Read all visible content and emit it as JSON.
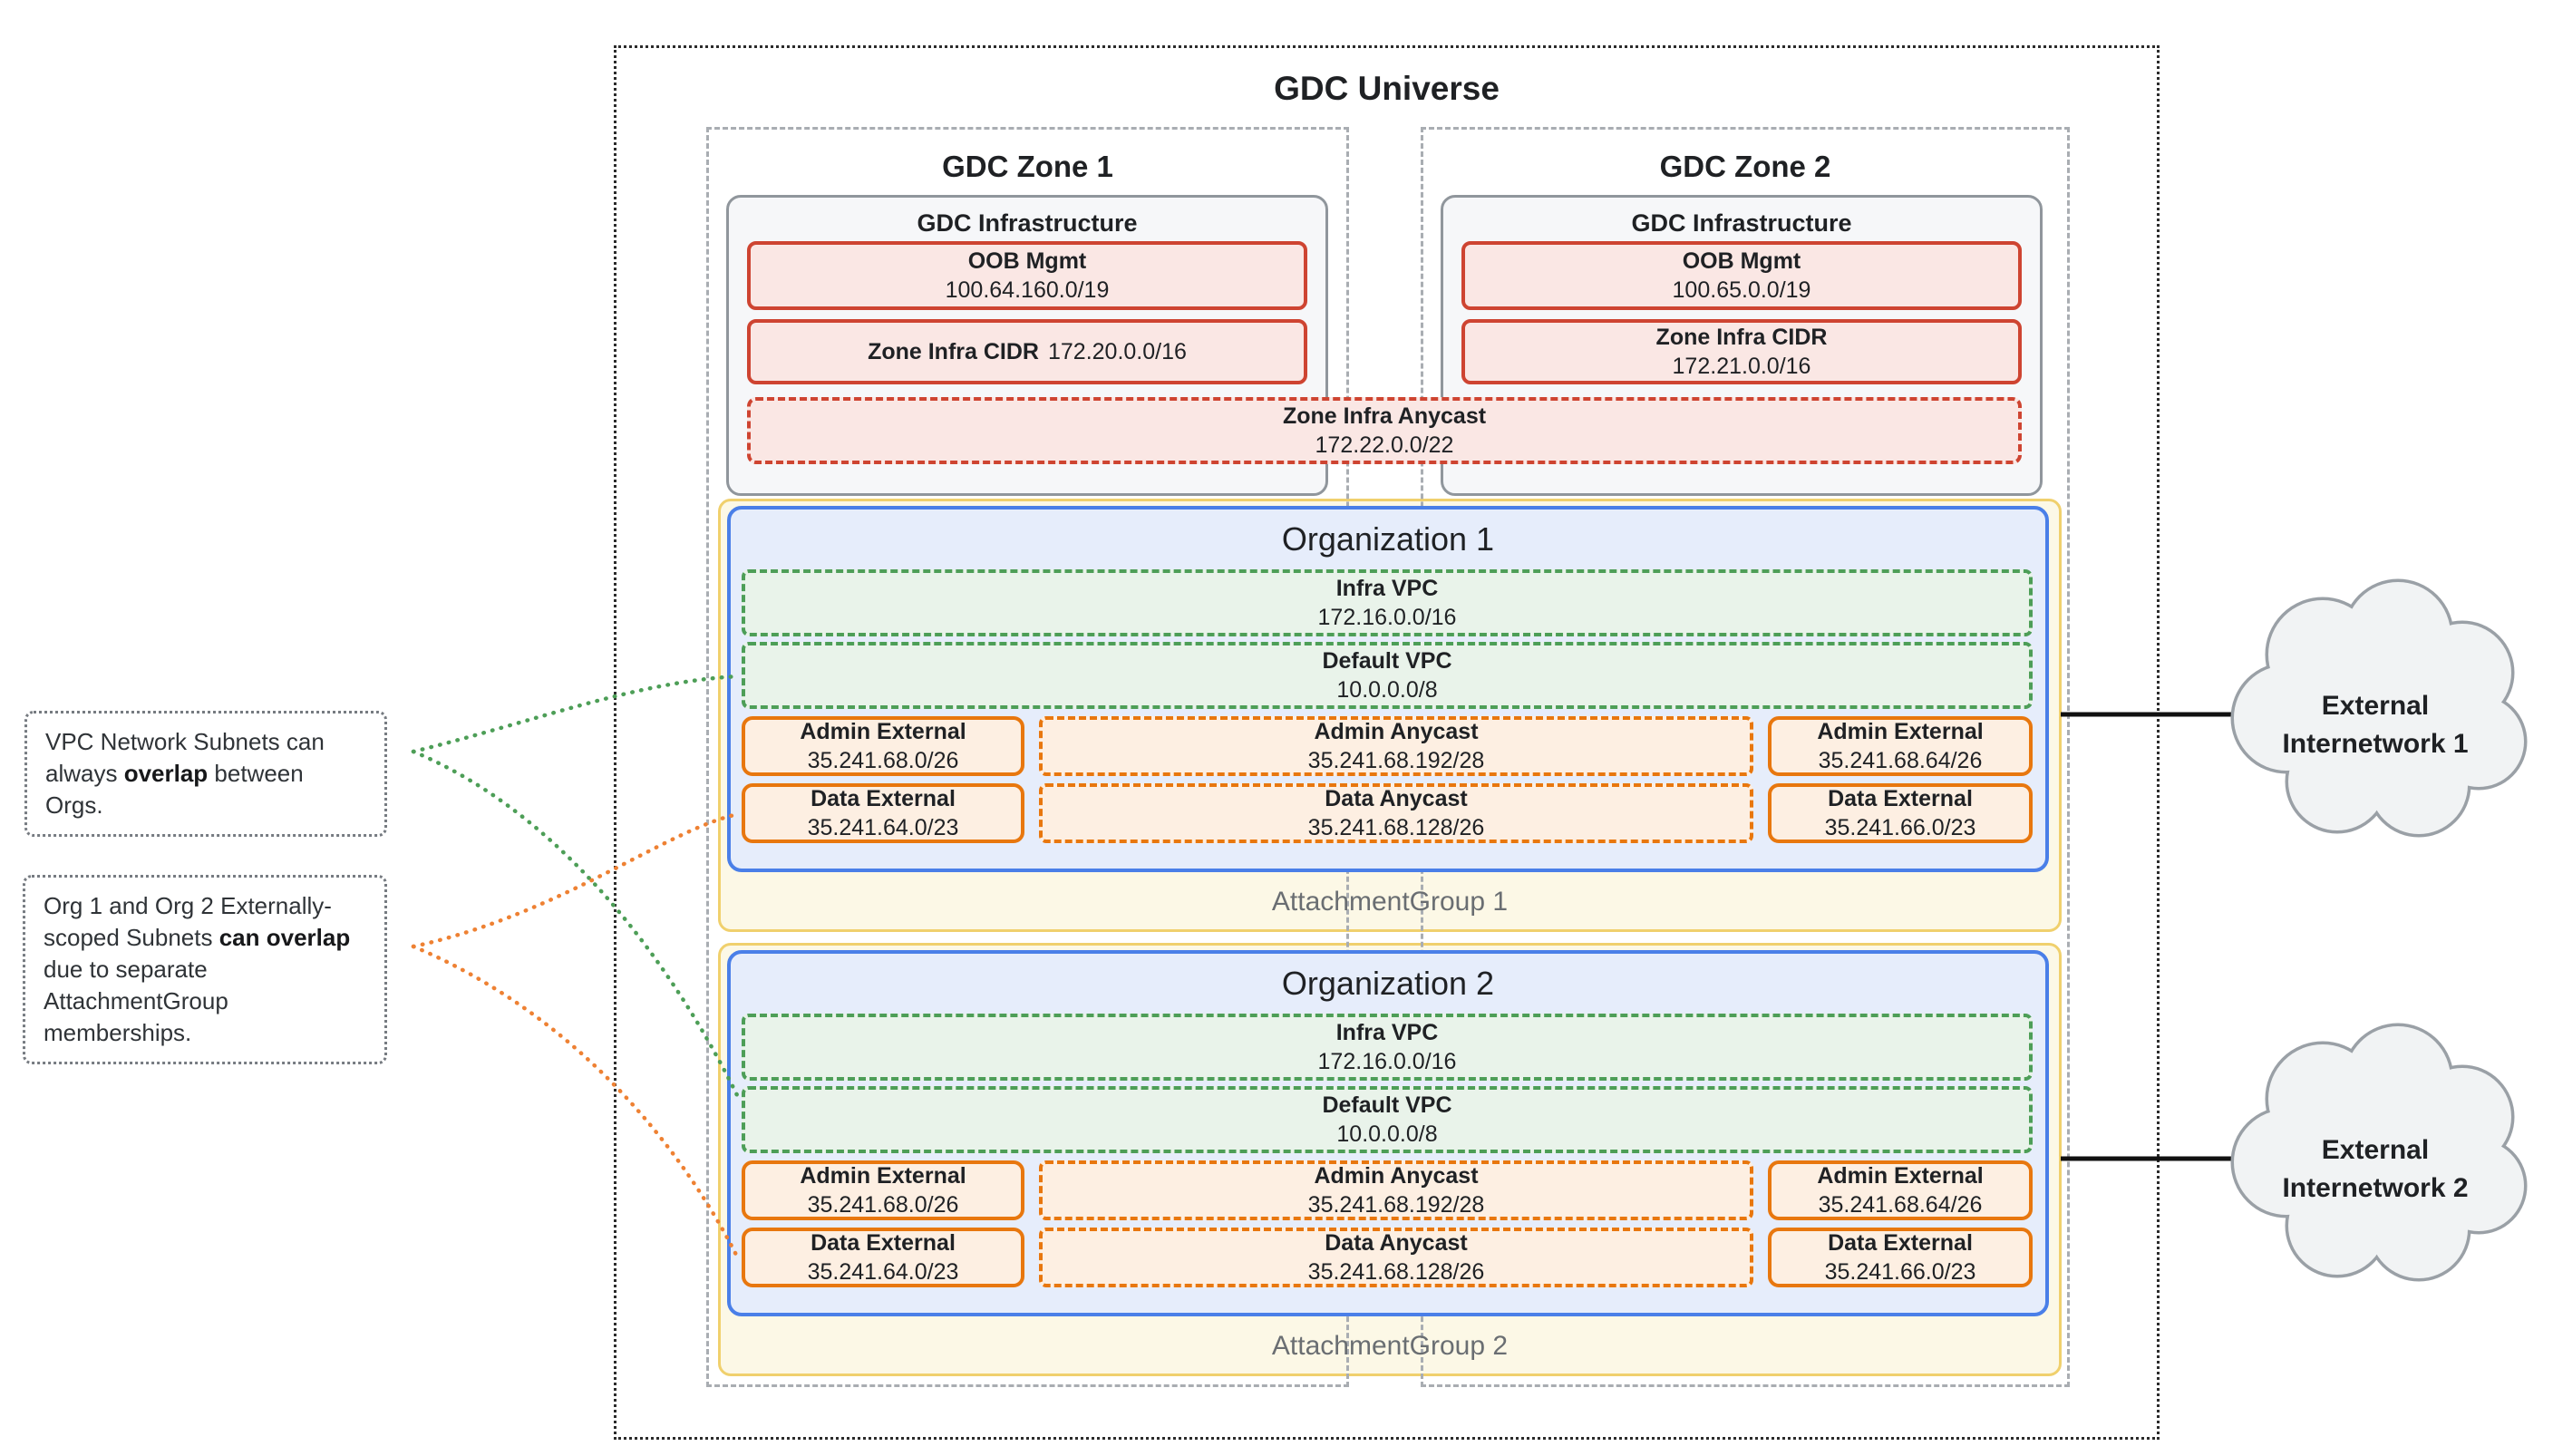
{
  "colors": {
    "red_border": "#ce4431",
    "red_fill": "#fae7e4",
    "green_border": "#4d9e57",
    "green_fill": "#e9f3ea",
    "orange_border": "#e8770e",
    "orange_fill": "#fdefe2",
    "blue_border": "#4a7fe8",
    "blue_fill": "#e6edfb",
    "yellow_border": "#f0d06d",
    "yellow_fill": "#fcf8e6",
    "gray_border": "#90969c",
    "gray_fill": "#f6f7f9",
    "cloud_fill": "#f1f3f4",
    "cloud_border": "#9aa0a6"
  },
  "universe": {
    "title": "GDC Universe"
  },
  "zones": [
    {
      "title": "GDC Zone 1",
      "infrastructure": {
        "title": "GDC Infrastructure",
        "oob": {
          "label": "OOB Mgmt",
          "cidr": "100.64.160.0/19"
        },
        "zone_infra_cidr": {
          "label": "Zone Infra CIDR",
          "cidr": "172.20.0.0/16"
        }
      }
    },
    {
      "title": "GDC Zone 2",
      "infrastructure": {
        "title": "GDC Infrastructure",
        "oob": {
          "label": "OOB Mgmt",
          "cidr": "100.65.0.0/19"
        },
        "zone_infra_cidr": {
          "label": "Zone Infra CIDR",
          "cidr": "172.21.0.0/16"
        }
      }
    }
  ],
  "zone_infra_anycast": {
    "label": "Zone Infra Anycast",
    "cidr": "172.22.0.0/22"
  },
  "organizations": [
    {
      "title": "Organization 1",
      "attachment_group_label": "AttachmentGroup 1",
      "infra_vpc": {
        "label": "Infra VPC",
        "cidr": "172.16.0.0/16"
      },
      "default_vpc": {
        "label": "Default VPC",
        "cidr": "10.0.0.0/8"
      },
      "admin_external_left": {
        "label": "Admin External",
        "cidr": "35.241.68.0/26"
      },
      "admin_anycast": {
        "label": "Admin Anycast",
        "cidr": "35.241.68.192/28"
      },
      "admin_external_right": {
        "label": "Admin External",
        "cidr": "35.241.68.64/26"
      },
      "data_external_left": {
        "label": "Data External",
        "cidr": "35.241.64.0/23"
      },
      "data_anycast": {
        "label": "Data Anycast",
        "cidr": "35.241.68.128/26"
      },
      "data_external_right": {
        "label": "Data External",
        "cidr": "35.241.66.0/23"
      }
    },
    {
      "title": "Organization 2",
      "attachment_group_label": "AttachmentGroup 2",
      "infra_vpc": {
        "label": "Infra VPC",
        "cidr": "172.16.0.0/16"
      },
      "default_vpc": {
        "label": "Default VPC",
        "cidr": "10.0.0.0/8"
      },
      "admin_external_left": {
        "label": "Admin External",
        "cidr": "35.241.68.0/26"
      },
      "admin_anycast": {
        "label": "Admin Anycast",
        "cidr": "35.241.68.192/28"
      },
      "admin_external_right": {
        "label": "Admin External",
        "cidr": "35.241.68.64/26"
      },
      "data_external_left": {
        "label": "Data External",
        "cidr": "35.241.64.0/23"
      },
      "data_anycast": {
        "label": "Data Anycast",
        "cidr": "35.241.68.128/26"
      },
      "data_external_right": {
        "label": "Data External",
        "cidr": "35.241.66.0/23"
      }
    }
  ],
  "external_internetworks": [
    {
      "line1": "External",
      "line2": "Internetwork 1"
    },
    {
      "line1": "External",
      "line2": "Internetwork 2"
    }
  ],
  "annotations": [
    {
      "text_before": "VPC Network Subnets can always ",
      "text_bold": "overlap",
      "text_after": " between Orgs."
    },
    {
      "text_before": "Org 1 and Org 2 Externally-scoped Subnets ",
      "text_bold": "can overlap",
      "text_after": " due to separate AttachmentGroup memberships."
    }
  ]
}
